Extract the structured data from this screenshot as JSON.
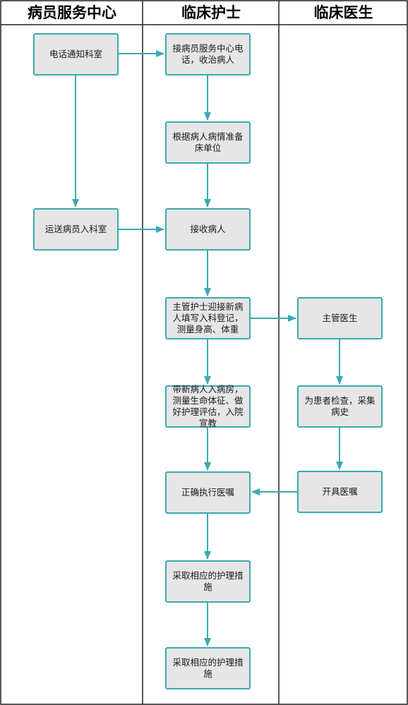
{
  "colors": {
    "line": "#3aa9b3",
    "node_fill": "#e6e6e6",
    "border": "#222222"
  },
  "lanes": [
    {
      "title": "病员服务中心"
    },
    {
      "title": "临床护士"
    },
    {
      "title": "临床医生"
    }
  ],
  "nodes": [
    {
      "id": "n1",
      "text": "电话通知科室"
    },
    {
      "id": "n2",
      "text": "运送病员入科室"
    },
    {
      "id": "n3",
      "text": "接病员服务中心电话，收治病人"
    },
    {
      "id": "n4",
      "text": "根据病人病情准备床单位"
    },
    {
      "id": "n5",
      "text": "接收病人"
    },
    {
      "id": "n6",
      "text": "主管护士迎接新病人填写入科登记，测量身高、体重"
    },
    {
      "id": "n7",
      "text": "带新病人入病房，测量生命体征、做好护理评估，入院宣教"
    },
    {
      "id": "n8",
      "text": "正确执行医嘱"
    },
    {
      "id": "n9",
      "text": "采取相应的护理措施"
    },
    {
      "id": "n10",
      "text": "采取相应的护理措施"
    },
    {
      "id": "n11",
      "text": "主管医生"
    },
    {
      "id": "n12",
      "text": "为患者检查，采集病史"
    },
    {
      "id": "n13",
      "text": "开具医嘱"
    }
  ],
  "edges": [
    {
      "from": "n1",
      "to": "n3"
    },
    {
      "from": "n1",
      "to": "n2"
    },
    {
      "from": "n3",
      "to": "n4"
    },
    {
      "from": "n4",
      "to": "n5"
    },
    {
      "from": "n2",
      "to": "n5"
    },
    {
      "from": "n5",
      "to": "n6"
    },
    {
      "from": "n6",
      "to": "n11"
    },
    {
      "from": "n6",
      "to": "n7"
    },
    {
      "from": "n7",
      "to": "n8"
    },
    {
      "from": "n8",
      "to": "n9"
    },
    {
      "from": "n9",
      "to": "n10"
    },
    {
      "from": "n11",
      "to": "n12"
    },
    {
      "from": "n12",
      "to": "n13"
    },
    {
      "from": "n13",
      "to": "n8"
    }
  ]
}
